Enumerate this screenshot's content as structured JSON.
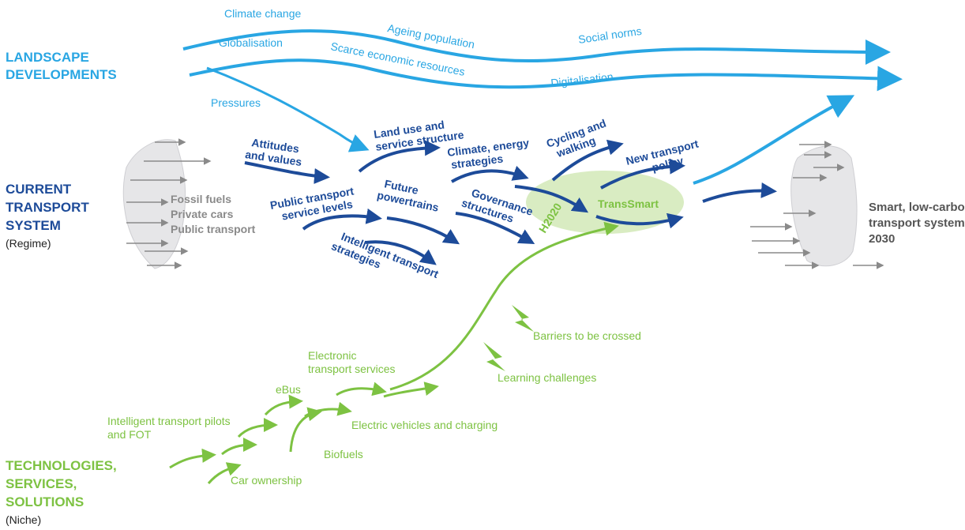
{
  "levels": {
    "landscape": [
      "LANDSCAPE",
      "DEVELOPMENTS"
    ],
    "regime": [
      "CURRENT",
      "TRANSPORT",
      "SYSTEM"
    ],
    "regime_sub": "(Regime)",
    "niche": [
      "TECHNOLOGIES,",
      "SERVICES,",
      "SOLUTIONS"
    ],
    "niche_sub": "(Niche)"
  },
  "landscape_labels": {
    "climate_change": "Climate change",
    "ageing_population": "Ageing population",
    "social_norms": "Social norms",
    "globalisation": "Globalisation",
    "scarce_resources": "Scarce economic resources",
    "digitalisation": "Digitalisation",
    "pressures": "Pressures"
  },
  "regime_labels": {
    "attitudes": [
      "Attitudes",
      "and values"
    ],
    "land_use": [
      "Land use and",
      "service structure"
    ],
    "climate_energy": [
      "Climate, energy",
      "strategies"
    ],
    "cycling": [
      "Cycling and",
      "walking"
    ],
    "new_policy": [
      "New transport",
      "policy"
    ],
    "public_transport": [
      "Public transport",
      "service levels"
    ],
    "future_powertrains": [
      "Future",
      "powertrains"
    ],
    "governance": [
      "Governance",
      "structures"
    ],
    "intelligent_strategies": [
      "Intelligent transport",
      "strategies"
    ],
    "h2020": "H2020",
    "transsmart": "TransSmart"
  },
  "current_system": [
    "Fossil fuels",
    "Private cars",
    "Public transport"
  ],
  "future_system": [
    "Smart, low-carbon",
    "transport system",
    "2030"
  ],
  "niche_labels": {
    "electronic_services": [
      "Electronic",
      "transport services"
    ],
    "ebus": "eBus",
    "its_pilots": [
      "Intelligent transport pilots",
      "and FOT"
    ],
    "electric_vehicles": "Electric vehicles and charging",
    "biofuels": "Biofuels",
    "car_ownership": "Car ownership",
    "barriers": "Barriers to be crossed",
    "learning": "Learning challenges"
  },
  "colors": {
    "landscape": "#29a6e3",
    "regime": "#1d4b99",
    "niche": "#7dc242",
    "neutral": "#8a8a8a",
    "highlight": "#d9ecc2"
  }
}
